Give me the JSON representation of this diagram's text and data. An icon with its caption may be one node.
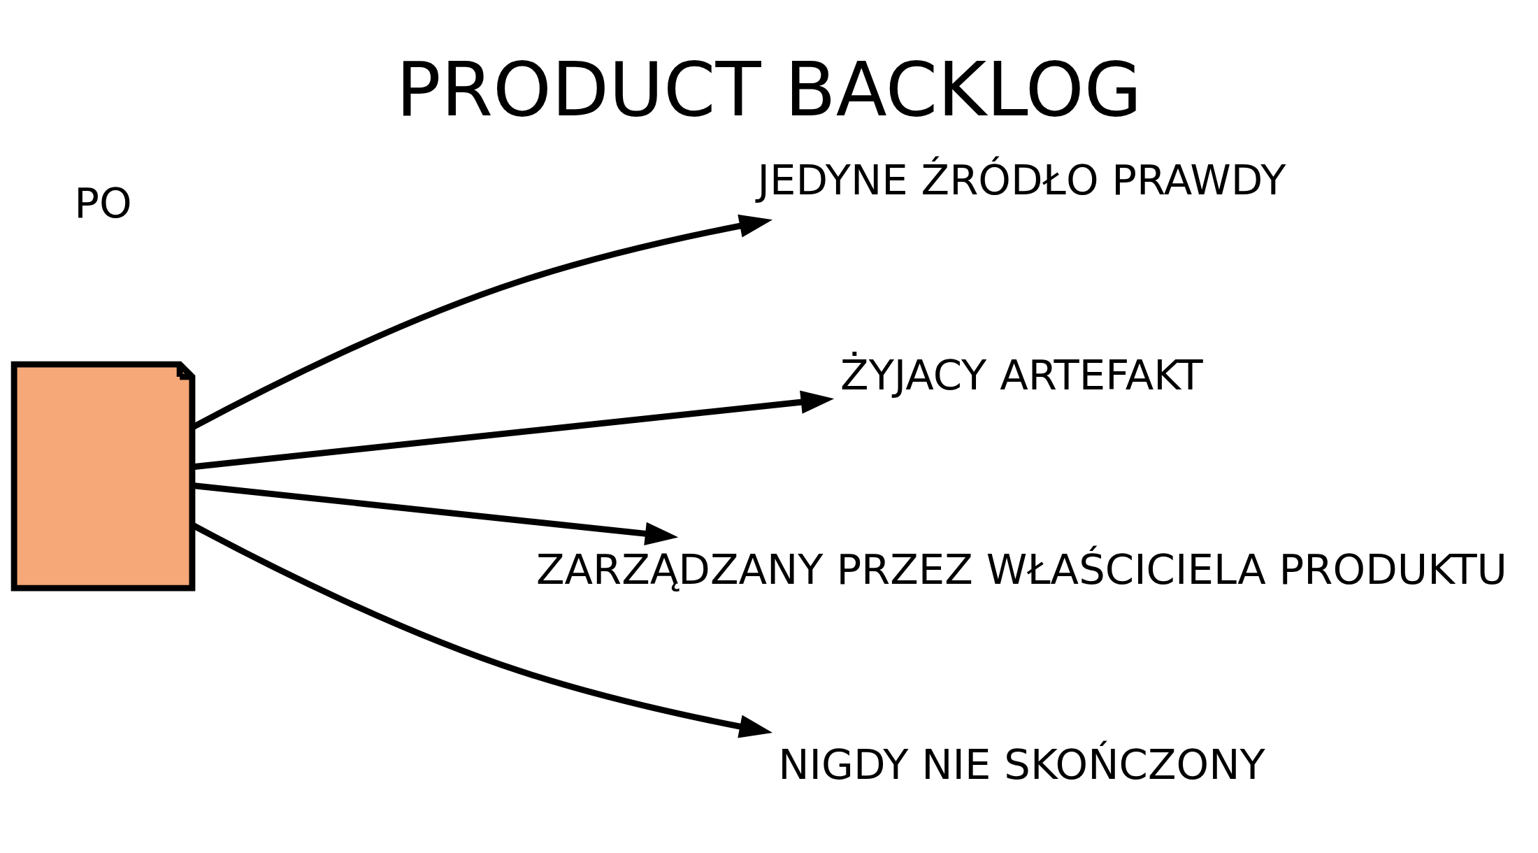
{
  "diagram": {
    "title": "PRODUCT BACKLOG",
    "nodes": [
      {
        "text": [],
        "shape": "document"
      },
      {
        "text": [
          "JEDYNE ŹRÓDŁO PRAWDY"
        ]
      },
      {
        "text": [
          "ŻYJACY ARTEFAKT"
        ]
      },
      {
        "text": [
          "ZARZĄDZANY PRZEZ WŁAŚCICIELA PRODUKTU"
        ]
      },
      {
        "text": [
          "NIGDY NIE SKOŃCZONY"
        ]
      }
    ],
    "edges": [
      {
        "from": 0,
        "to": 1,
        "arrow": "to"
      },
      {
        "from": 0,
        "to": 2,
        "arrow": "to"
      },
      {
        "from": 0,
        "to": 3,
        "arrow": "to"
      },
      {
        "from": 0,
        "to": 4,
        "arrow": "to"
      }
    ],
    "labels": [
      "PO"
    ]
  }
}
